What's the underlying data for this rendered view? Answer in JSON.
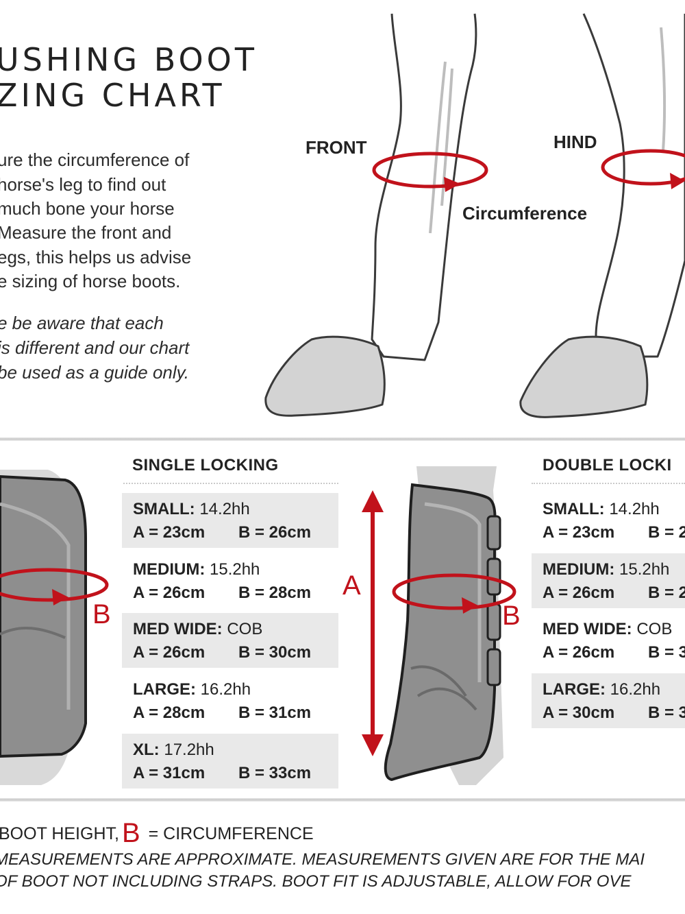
{
  "title": {
    "line1": "USHING BOOT",
    "line2": "ZING CHART"
  },
  "intro": [
    "ure the circumference of",
    "horse's leg to find out",
    "much bone your horse",
    "Measure the front and",
    "egs, this helps us advise",
    "e sizing of horse boots."
  ],
  "note": [
    "e be aware that each",
    " is different and our chart",
    "be used as a guide only."
  ],
  "diagram": {
    "front_label": "FRONT",
    "hind_label": "HIND",
    "circumference_label": "Circumference",
    "letter_a": "A",
    "letter_b": "B",
    "accent_color": "#c1121b"
  },
  "single_locking": {
    "heading": "SINGLE LOCKING",
    "sizes": [
      {
        "name": "SMALL:",
        "height": " 14.2hh",
        "a": "A = 23cm",
        "b": "B = 26cm"
      },
      {
        "name": "MEDIUM:",
        "height": " 15.2hh",
        "a": "A = 26cm",
        "b": "B = 28cm"
      },
      {
        "name": "MED WIDE:",
        "height": " COB",
        "a": "A = 26cm",
        "b": "B = 30cm"
      },
      {
        "name": "LARGE:",
        "height": " 16.2hh",
        "a": "A = 28cm",
        "b": "B = 31cm"
      },
      {
        "name": "XL:",
        "height": " 17.2hh",
        "a": "A = 31cm",
        "b": "B = 33cm"
      }
    ]
  },
  "double_locking": {
    "heading": "DOUBLE LOCKI",
    "sizes": [
      {
        "name": "SMALL:",
        "height": " 14.2hh",
        "a": "A = 23cm",
        "b": "B = 2"
      },
      {
        "name": "MEDIUM:",
        "height": " 15.2hh",
        "a": "A = 26cm",
        "b": "B = 2"
      },
      {
        "name": "MED WIDE:",
        "height": " COB",
        "a": "A = 26cm",
        "b": "B = 3"
      },
      {
        "name": "LARGE:",
        "height": " 16.2hh",
        "a": "A = 30cm",
        "b": "B = 3"
      }
    ]
  },
  "legend": {
    "a_text": "BOOT HEIGHT,",
    "b_letter": "B",
    "b_text": "= CIRCUMFERENCE"
  },
  "footnote": {
    "line1": "MEASUREMENTS ARE APPROXIMATE. MEASUREMENTS GIVEN ARE FOR THE MAI",
    "line2": " OF BOOT NOT INCLUDING STRAPS. BOOT FIT IS ADJUSTABLE, ALLOW FOR OVE"
  }
}
